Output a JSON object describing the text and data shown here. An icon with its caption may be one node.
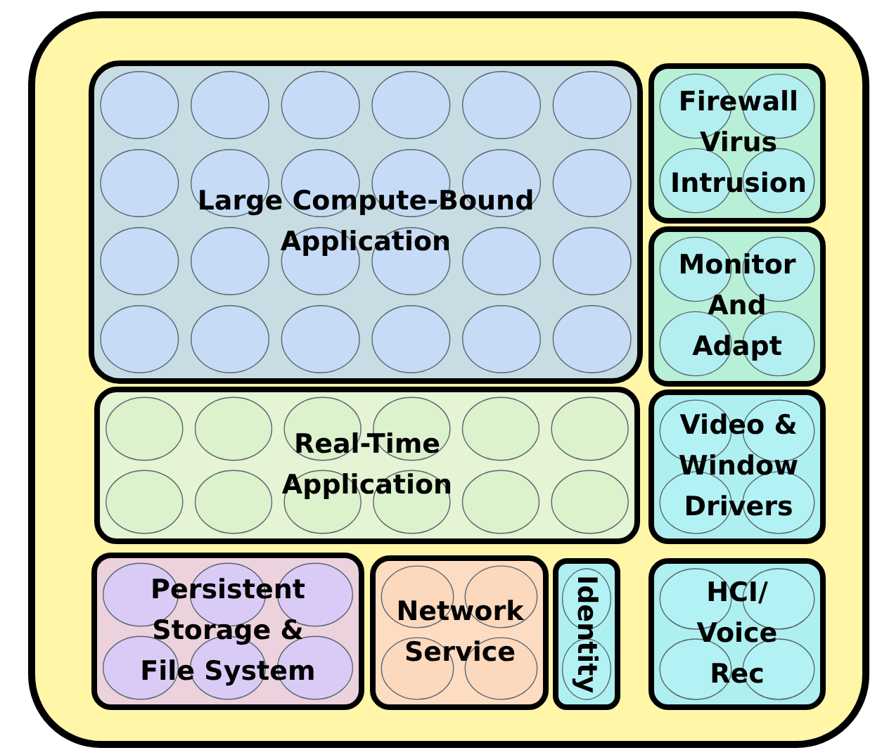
{
  "diagram": {
    "nodes": [
      {
        "text": [],
        "shape": "box"
      },
      {
        "text": [
          "Large Compute-Bound Application"
        ],
        "in": 0
      },
      {
        "text": [
          "Firewall Virus Intrusion"
        ],
        "in": 0
      },
      {
        "text": [
          "Monitor And Adapt"
        ],
        "in": 0
      },
      {
        "text": [
          "Real-Time Application"
        ],
        "in": 0
      },
      {
        "text": [
          "Video & Window Drivers"
        ],
        "in": 0
      },
      {
        "text": [
          "Persistent Storage & File System"
        ],
        "in": 0
      },
      {
        "text": [
          "Network Service"
        ],
        "in": 0
      },
      {
        "text": [
          "Identity"
        ],
        "in": 0
      },
      {
        "text": [
          "HCI/ Voice Rec"
        ],
        "in": 0
      }
    ]
  }
}
